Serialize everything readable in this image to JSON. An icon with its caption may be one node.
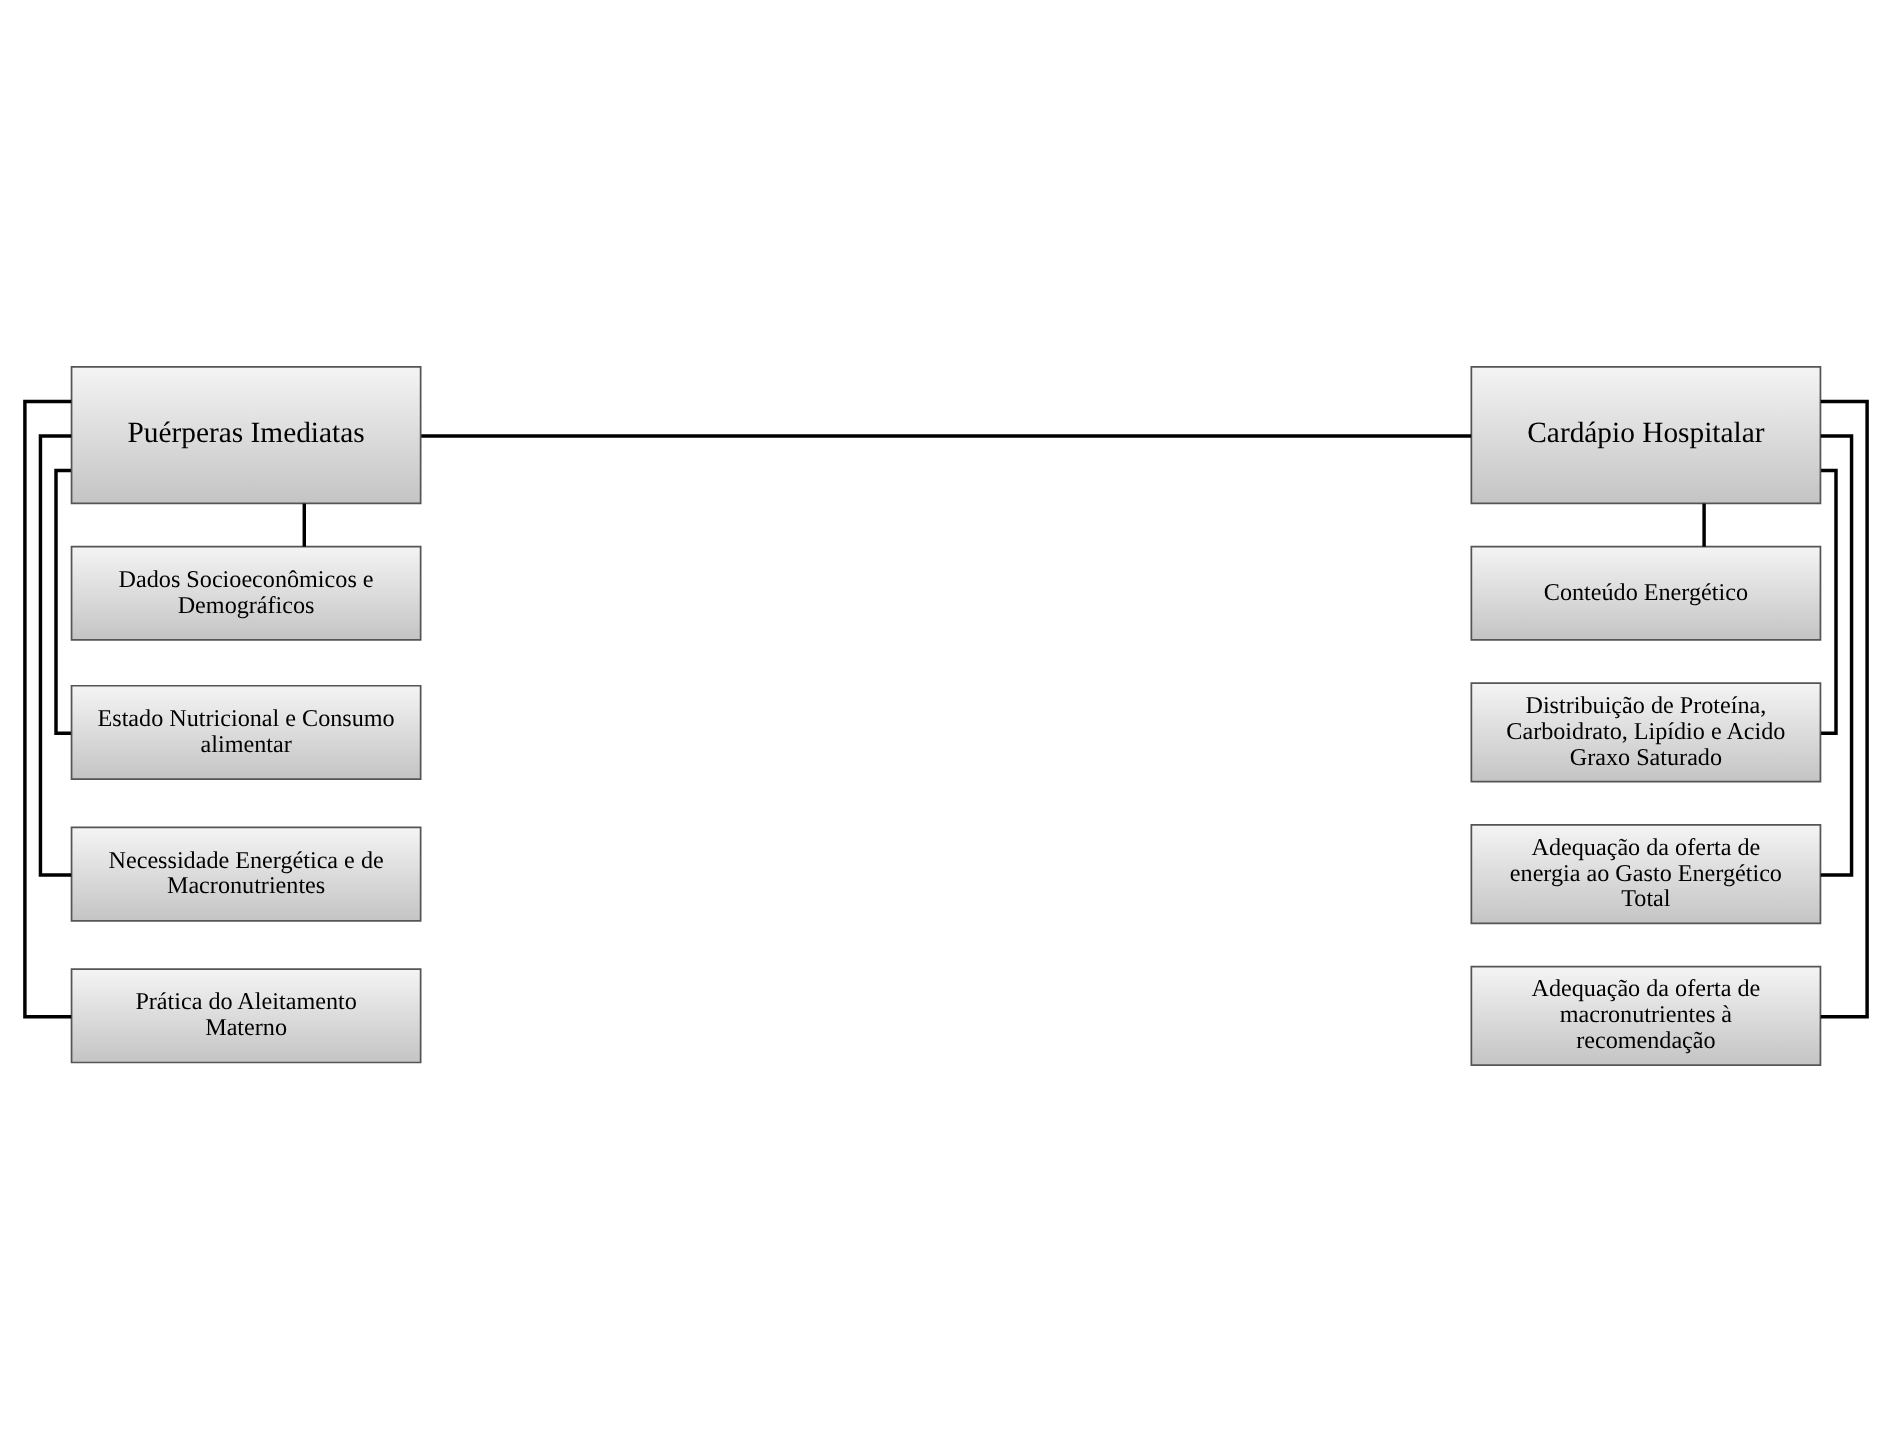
{
  "diagram": {
    "nodes": [
      {
        "text": [
          "Puérperas Imediatas"
        ]
      },
      {
        "text": [
          "Cardápio Hospitalar"
        ]
      },
      {
        "text": [
          "Dados Socioeconômicos e Demográficos"
        ]
      },
      {
        "text": [
          "Estado Nutricional e Consumo alimentar"
        ]
      },
      {
        "text": [
          "Necessidade Energética e de Macronutrientes"
        ]
      },
      {
        "text": [
          "Prática do Aleitamento Materno"
        ]
      },
      {
        "text": [
          "Conteúdo Energético"
        ]
      },
      {
        "text": [
          "Distribuição de Proteína, Carboidrato, Lipídio e Acido Graxo Saturado"
        ]
      },
      {
        "text": [
          "Adequação da oferta de energia ao Gasto Energético Total"
        ]
      },
      {
        "text": [
          "Adequação da oferta de macronutrientes à recomendação"
        ]
      }
    ],
    "edges": [
      {
        "from": 0,
        "to": 1,
        "arrow": "none"
      },
      {
        "from": 0,
        "to": 2,
        "arrow": "none"
      },
      {
        "from": 0,
        "to": 3,
        "arrow": "none"
      },
      {
        "from": 0,
        "to": 4,
        "arrow": "none"
      },
      {
        "from": 0,
        "to": 5,
        "arrow": "none"
      },
      {
        "from": 1,
        "to": 6,
        "arrow": "none"
      },
      {
        "from": 1,
        "to": 7,
        "arrow": "none"
      },
      {
        "from": 1,
        "to": 8,
        "arrow": "none"
      },
      {
        "from": 1,
        "to": 9,
        "arrow": "none"
      }
    ]
  }
}
